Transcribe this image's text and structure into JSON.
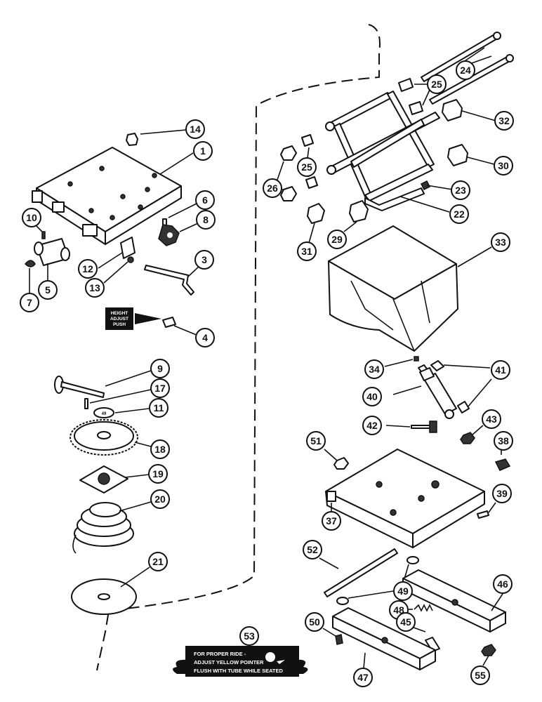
{
  "decal": {
    "line1": "HEIGHT",
    "line2": "ADJUST",
    "line3": "PUSH"
  },
  "chart_label": "49",
  "ride_plate": {
    "line1": "FOR PROPER RIDE -",
    "line2": "ADJUST YELLOW POINTER",
    "line3": "FLUSH WITH TUBE WHILE SEATED"
  },
  "callouts": {
    "c1": "1",
    "c3": "3",
    "c4": "4",
    "c5": "5",
    "c6": "6",
    "c7": "7",
    "c8": "8",
    "c9": "9",
    "c10": "10",
    "c11": "11",
    "c12": "12",
    "c13": "13",
    "c14": "14",
    "c17": "17",
    "c18": "18",
    "c19": "19",
    "c20": "20",
    "c21": "21",
    "c22": "22",
    "c23": "23",
    "c24": "24",
    "c25a": "25",
    "c25b": "25",
    "c26": "26",
    "c29": "29",
    "c30": "30",
    "c31": "31",
    "c32": "32",
    "c33": "33",
    "c34": "34",
    "c37": "37",
    "c38": "38",
    "c39": "39",
    "c40": "40",
    "c41": "41",
    "c42": "42",
    "c43": "43",
    "c45": "45",
    "c46": "46",
    "c47": "47",
    "c48": "48",
    "c49": "49",
    "c50": "50",
    "c51": "51",
    "c52": "52",
    "c53": "53",
    "c55": "55"
  }
}
